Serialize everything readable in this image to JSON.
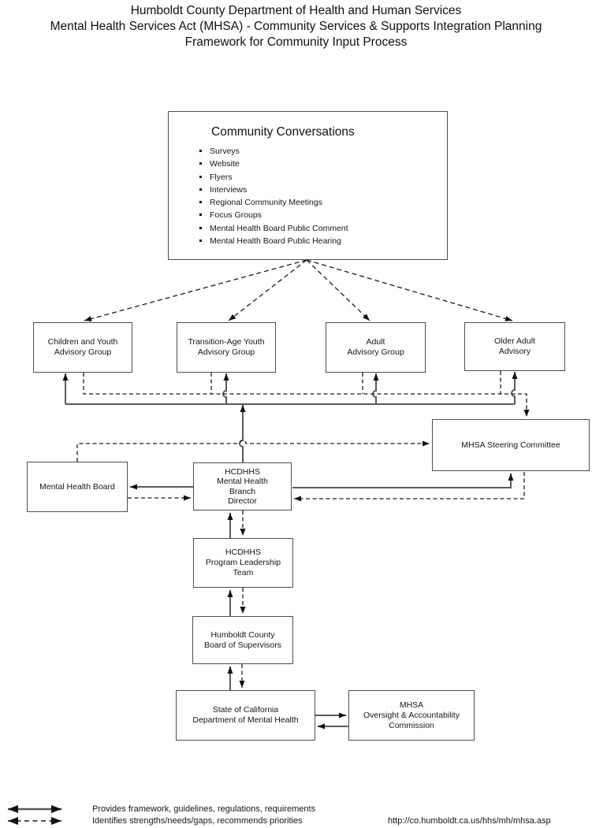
{
  "title": {
    "lines": [
      "Humboldt County Department of Health and Human Services",
      "Mental Health Services Act (MHSA) - Community Services & Supports Integration Planning",
      "Framework for Community Input Process"
    ]
  },
  "conversations": {
    "title": "Community Conversations",
    "items": [
      "Surveys",
      "Website",
      "Flyers",
      "Interviews",
      "Regional Community Meetings",
      "Focus Groups",
      "Mental Health Board Public Comment",
      "Mental Health Board Public Hearing"
    ]
  },
  "boxes": {
    "children_youth": {
      "lines": [
        "Children and Youth",
        "Advisory Group"
      ]
    },
    "transition_age": {
      "lines": [
        "Transition-Age Youth",
        "Advisory Group"
      ]
    },
    "adult": {
      "lines": [
        "Adult",
        "Advisory Group"
      ]
    },
    "older_adult": {
      "lines": [
        "Older Adult",
        "Advisory"
      ]
    },
    "steering": {
      "lines": [
        "MHSA Steering Committee"
      ]
    },
    "mental_health_board": {
      "lines": [
        "Mental Health Board"
      ]
    },
    "branch_director": {
      "lines": [
        "HCDHHS",
        "Mental Health",
        "Branch",
        "Director"
      ]
    },
    "program_leadership": {
      "lines": [
        "HCDHHS",
        "Program Leadership",
        "Team"
      ]
    },
    "board_supervisors": {
      "lines": [
        "Humboldt County",
        "Board of Supervisors"
      ]
    },
    "state_dmh": {
      "lines": [
        "State of California",
        "Department of Mental Health"
      ]
    },
    "oversight_commission": {
      "lines": [
        "MHSA",
        "Oversight & Accountability",
        "Commission"
      ]
    }
  },
  "legend": {
    "solid_label": "Provides framework, guidelines, regulations, requirements",
    "dashed_label": "Identifies strengths/needs/gaps, recommends priorities",
    "url": "http://co.humboldt.ca.us/hhs/mh/mhsa.asp"
  },
  "colors": {
    "solid_line": "#5a5a5a",
    "dashed_line": "#1c1c1c",
    "arrowhead": "#111111",
    "box_border": "#4f4f4f"
  },
  "connections": [
    {
      "from": "community-conversations",
      "to": "children-youth-advisory",
      "style": "dashed"
    },
    {
      "from": "community-conversations",
      "to": "transition-age-advisory",
      "style": "dashed"
    },
    {
      "from": "community-conversations",
      "to": "adult-advisory",
      "style": "dashed"
    },
    {
      "from": "community-conversations",
      "to": "older-adult-advisory",
      "style": "dashed"
    },
    {
      "from": "branch-director",
      "to": "all-advisory-groups",
      "style": "solid"
    },
    {
      "from": "all-advisory-groups",
      "to": "steering-committee",
      "style": "dashed"
    },
    {
      "from": "mental-health-board",
      "to": "steering-committee",
      "style": "dashed"
    },
    {
      "from": "branch-director",
      "to": "steering-committee",
      "style": "solid"
    },
    {
      "from": "steering-committee",
      "to": "branch-director",
      "style": "dashed"
    },
    {
      "from": "branch-director",
      "to": "mental-health-board",
      "style": "solid"
    },
    {
      "from": "mental-health-board",
      "to": "branch-director",
      "style": "dashed"
    },
    {
      "from": "program-leadership",
      "to": "branch-director",
      "style": "solid"
    },
    {
      "from": "branch-director",
      "to": "program-leadership",
      "style": "dashed"
    },
    {
      "from": "board-supervisors",
      "to": "program-leadership",
      "style": "solid"
    },
    {
      "from": "program-leadership",
      "to": "board-supervisors",
      "style": "dashed"
    },
    {
      "from": "state-dmh",
      "to": "board-supervisors",
      "style": "solid"
    },
    {
      "from": "board-supervisors",
      "to": "state-dmh",
      "style": "dashed"
    },
    {
      "from": "state-dmh",
      "to": "oversight-commission",
      "style": "solid"
    },
    {
      "from": "oversight-commission",
      "to": "state-dmh",
      "style": "solid"
    }
  ]
}
